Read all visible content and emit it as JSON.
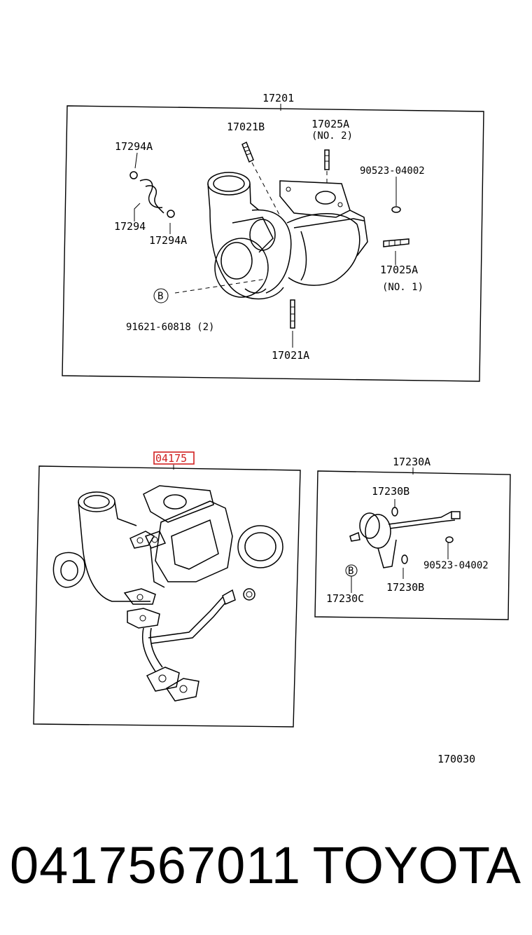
{
  "assembly": {
    "main_label": "17201",
    "labels": {
      "p17021B": "17021B",
      "p17025A_no2": "17025A",
      "no2": "(NO. 2)",
      "p17294A_top": "17294A",
      "p90523_top": "90523-04002",
      "p17294": "17294",
      "p17294A_bottom": "17294A",
      "p17025A_no1": "17025A",
      "no1": "(NO. 1)",
      "bolt_marker": "B",
      "p91621": "91621-60818 (2)",
      "p17021A": "17021A"
    }
  },
  "gasket_kit": {
    "label": "04175",
    "highlight_color": "#d02020"
  },
  "actuator": {
    "main_label": "17230A",
    "labels": {
      "p17230B_top": "17230B",
      "p90523": "90523-04002",
      "bolt_marker": "B",
      "p17230C": "17230C",
      "p17230B_bottom": "17230B"
    }
  },
  "figure_number": "170030",
  "footer": {
    "part_number": "0417567011",
    "brand": "TOYOTA"
  }
}
